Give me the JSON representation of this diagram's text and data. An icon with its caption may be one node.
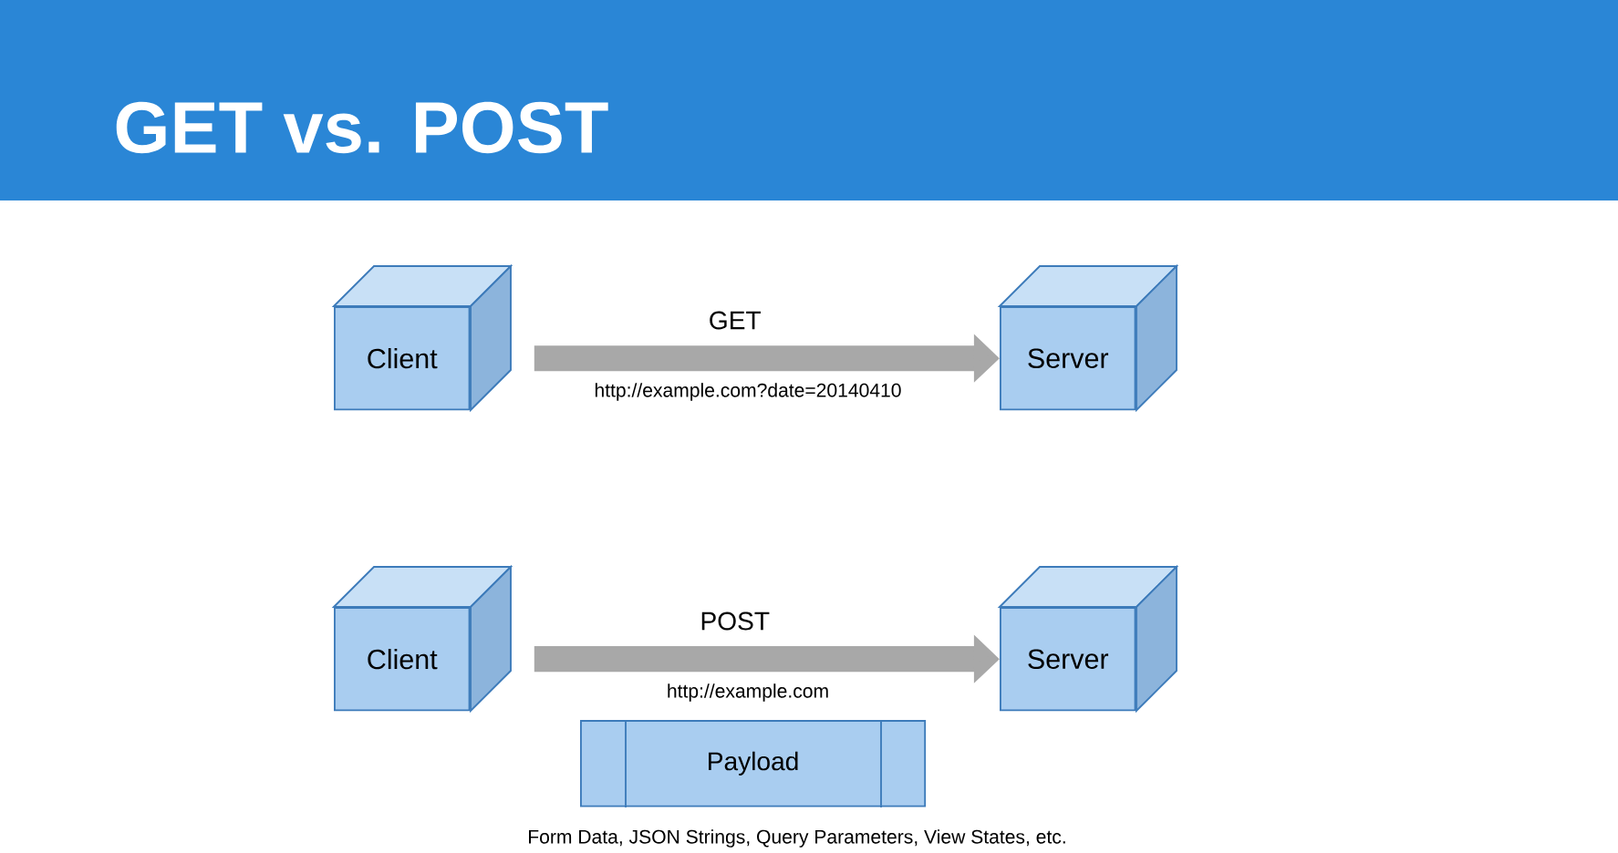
{
  "diagram": {
    "title": "GET vs. POST",
    "nodes": [
      {
        "text": [
          "Client"
        ]
      },
      {
        "text": [
          "Server"
        ]
      },
      {
        "text": [
          "Client"
        ]
      },
      {
        "text": [
          "Server"
        ]
      },
      {
        "text": [
          "Payload"
        ],
        "beside": [
          "Form Data, JSON Strings, Query Parameters, View States, etc."
        ]
      }
    ],
    "edges": [
      {
        "from": 0,
        "to": 1,
        "arrow": "to",
        "label": "GET"
      },
      {
        "from": 2,
        "to": 3,
        "arrow": "to",
        "label": "POST"
      }
    ],
    "labels": [
      "http://example.com?date=20140410",
      "http://example.com"
    ]
  }
}
